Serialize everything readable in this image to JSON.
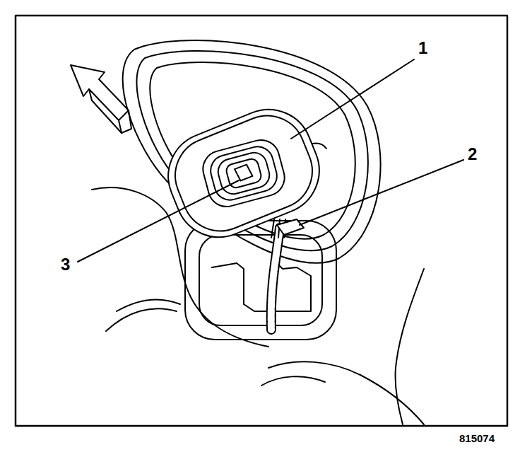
{
  "diagram": {
    "labels": [
      "1",
      "2",
      "3",
      "815074"
    ]
  }
}
